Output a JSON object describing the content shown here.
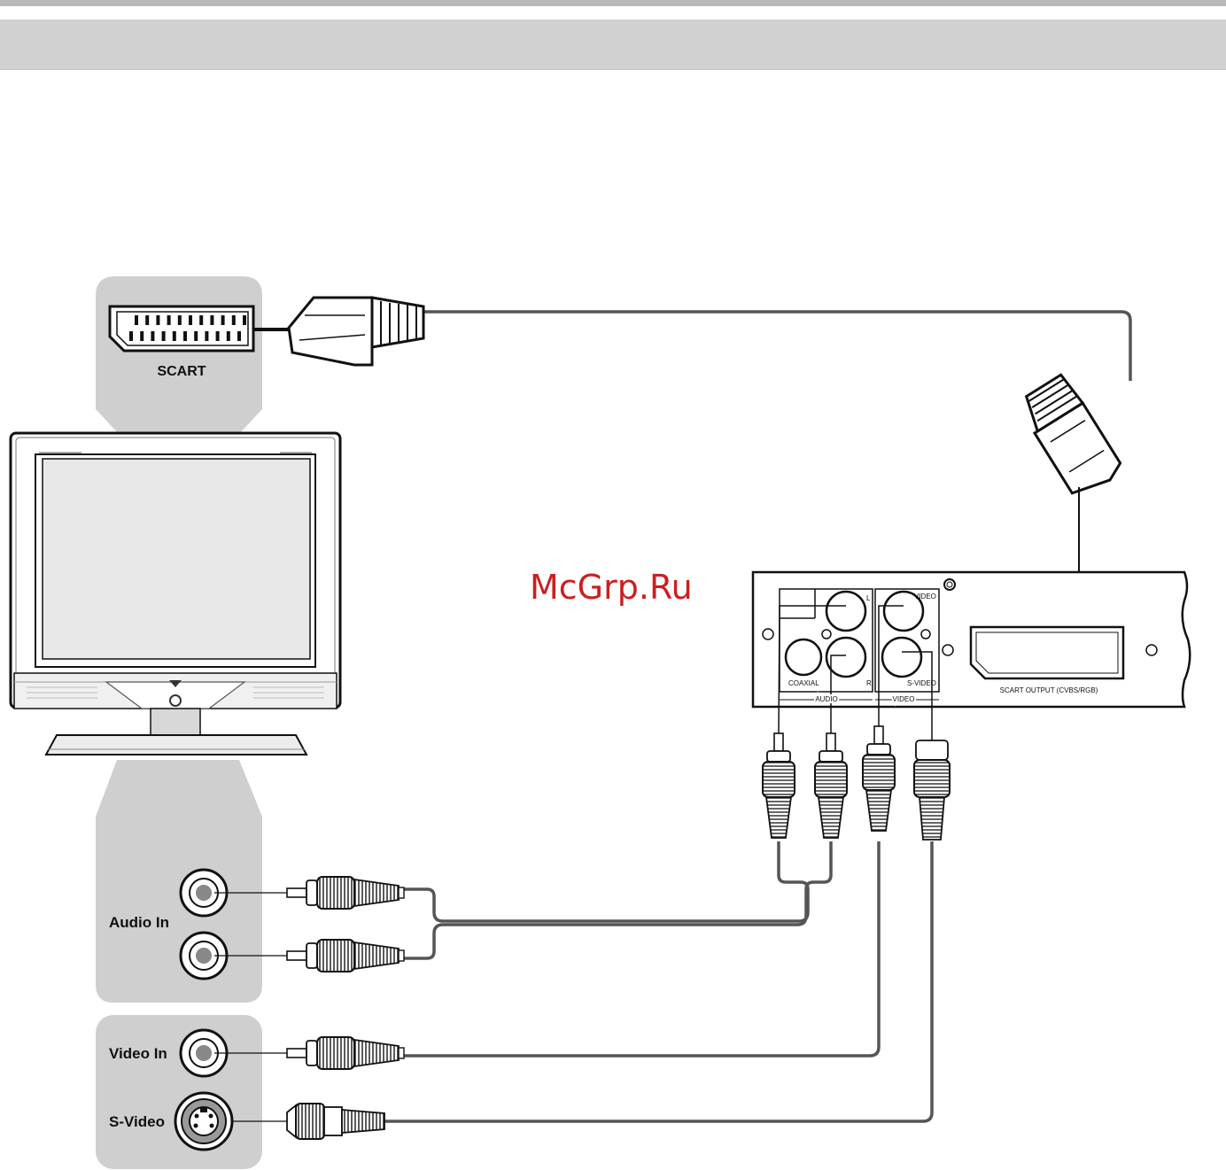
{
  "watermark": "McGrp.Ru",
  "tv_panels": {
    "scart_label": "SCART",
    "audio_in_label": "Audio In",
    "video_in_label": "Video In",
    "svideo_label": "S-Video"
  },
  "player_panel": {
    "jack_L": "L",
    "jack_R": "R",
    "coaxial": "COAXIAL",
    "audio_group": "AUDIO",
    "video_jack": "VIDEO",
    "svideo_jack": "S-VIDEO",
    "video_group": "VIDEO",
    "scart_output": "SCART OUTPUT (CVBS/RGB)"
  },
  "colors": {
    "panel_gray": "#cfcfcf",
    "cable": "#555555",
    "watermark": "#cc1f1f",
    "header": "#d1d1d1"
  }
}
